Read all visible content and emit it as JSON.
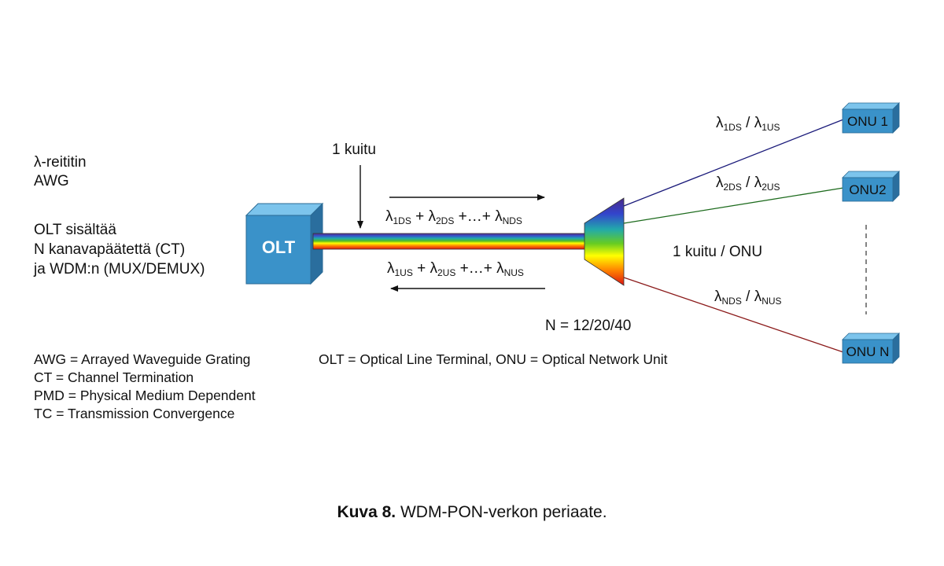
{
  "left_notes": {
    "line1": "λ-reititin",
    "line2": "AWG",
    "line3": "OLT sisältää",
    "line4": "N kanavapäätettä (CT)",
    "line5": "ja WDM:n (MUX/DEMUX)"
  },
  "olt": {
    "label": "OLT",
    "color": "#3A92C9"
  },
  "fiber": {
    "label": "1 kuitu"
  },
  "downstream": {
    "sym": "λ",
    "s1": "1DS",
    "op1": " + ",
    "s2": "2DS",
    "op2": " +…+ ",
    "sN": "NDS"
  },
  "upstream": {
    "sym": "λ",
    "s1": "1US",
    "op1": " + ",
    "s2": "2US",
    "op2": " +…+ ",
    "sN": "NUS"
  },
  "split_count": "N = 12/20/40",
  "per_onu_fiber": "1 kuitu / ONU",
  "onus": [
    {
      "label": "ONU 1",
      "ds": "1DS",
      "us": "1US",
      "line_color": "#1a1a7a"
    },
    {
      "label": "ONU2",
      "ds": "2DS",
      "us": "2US",
      "line_color": "#1d6b1d"
    },
    {
      "label": "ONU N",
      "ds": "NDS",
      "us": "NUS",
      "line_color": "#8b1a1a"
    }
  ],
  "lambda_sep": " / ",
  "abbreviations": [
    "AWG = Arrayed Waveguide Grating",
    "CT = Channel Termination",
    "PMD = Physical Medium Dependent",
    "TC = Transmission Convergence"
  ],
  "terms": "OLT = Optical Line Terminal, ONU = Optical Network Unit",
  "caption": {
    "bold": "Kuva 8.",
    "text": " WDM-PON-verkon periaate."
  }
}
